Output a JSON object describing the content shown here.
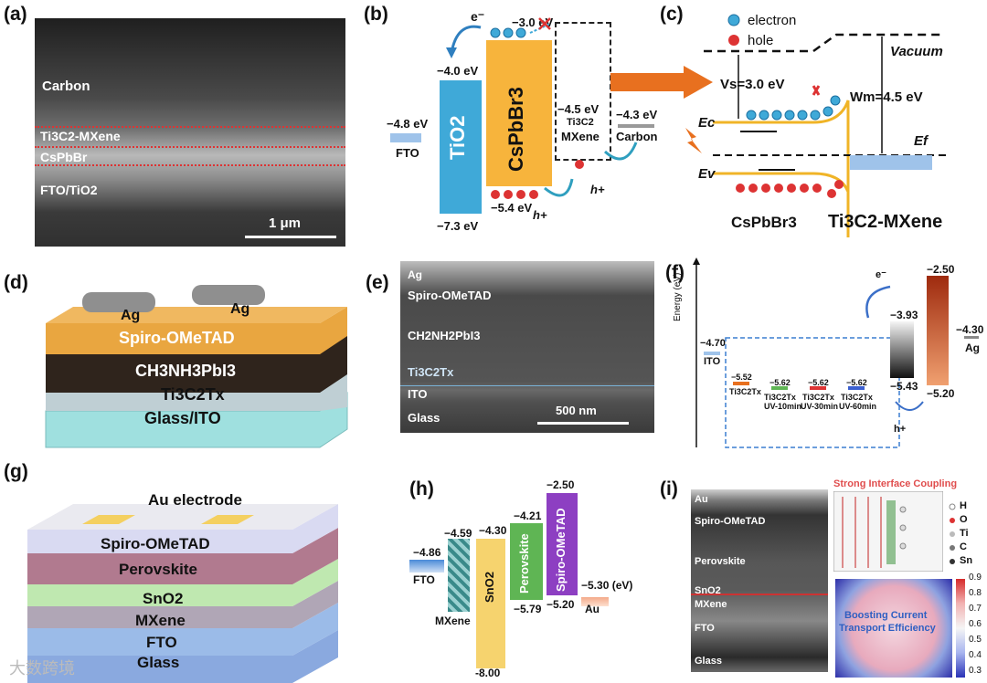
{
  "panels": {
    "a": "(a)",
    "b": "(b)",
    "c": "(c)",
    "d": "(d)",
    "e": "(e)",
    "f": "(f)",
    "g": "(g)",
    "h": "(h)",
    "i": "(i)"
  },
  "a": {
    "carbon": "Carbon",
    "mxene_ti3c2": "Ti3C2",
    "mxene_suffix": "-MXene",
    "cspbbr": "CsPbBr",
    "fto_tio2": "FTO/TiO2",
    "scale": "1 μm"
  },
  "b": {
    "e_minus": "e⁻",
    "e_cb_cs": "−3.0 eV",
    "e_cb_tio2": "−4.0 eV",
    "fto_e": "−4.8 eV",
    "fto": "FTO",
    "tio2": "TiO2",
    "cspbbr3": "CsPbBr3",
    "mx_e": "−4.5 eV",
    "mx_ti": "Ti3C2",
    "mx_name": "MXene",
    "carbon_e": "−4.3 eV",
    "carbon": "Carbon",
    "e_vb_cs": "−5.4 eV",
    "e_vb_tio2": "−7.3 eV",
    "h_plus_1": "h+",
    "h_plus_2": "h+"
  },
  "c": {
    "legend_electron": "electron",
    "legend_hole": "hole",
    "vacuum": "Vacuum",
    "vs": "Vs=3.0 eV",
    "wm": "Wm=4.5 eV",
    "ec": "Ec",
    "ef": "Ef",
    "ev": "Ev",
    "cspbbr3": "CsPbBr3",
    "ti3c2": "Ti3C2-MXene"
  },
  "d": {
    "ag1": "Ag",
    "ag2": "Ag",
    "spiro": "Spiro-OMeTAD",
    "perov": "CH3NH3PbI3",
    "tct": "Ti3C2Tx",
    "glass_ito": "Glass/ITO"
  },
  "e": {
    "ag": "Ag",
    "spiro": "Spiro-OMeTAD",
    "perov": "CH2NH2PbI3",
    "tct": "Ti3C2Tx",
    "ito": "ITO",
    "glass": "Glass",
    "scale": "500 nm"
  },
  "f": {
    "axis": "Energy (eV)",
    "ito_val": "−4.70",
    "ito": "ITO",
    "m1_val": "−5.52",
    "m1": "Ti3C2Tx",
    "m2_val": "−5.62",
    "m2": "Ti3C2Tx",
    "m2b": "UV-10min",
    "m3_val": "−5.62",
    "m3": "Ti3C2Tx",
    "m3b": "UV-30min",
    "m4_val": "−5.62",
    "m4": "Ti3C2Tx",
    "m4b": "UV-60min",
    "e_minus": "e⁻",
    "h_plus": "h+",
    "g_top": "−3.93",
    "g_bot": "−5.43",
    "r_top": "−2.50",
    "r_bot": "−5.20",
    "ag_val": "−4.30",
    "ag": "Ag"
  },
  "g": {
    "au": "Au electrode",
    "spiro": "Spiro-OMeTAD",
    "perov": "Perovskite",
    "sno2": "SnO2",
    "mxene": "MXene",
    "fto": "FTO",
    "glass": "Glass"
  },
  "h": {
    "fto_val": "−4.86",
    "fto": "FTO",
    "mx_val": "−4.59",
    "mx": "MXene",
    "sno_top": "−4.30",
    "sno": "SnO2",
    "sno_bot": "-8.00",
    "pero_top": "−4.21",
    "pero": "Perovskite",
    "pero_bot": "−5.79",
    "spiro_top": "−2.50",
    "spiro": "Spiro-OMeTAD",
    "spiro_bot": "−5.20",
    "au_val": "−5.30 (eV)",
    "au": "Au"
  },
  "i": {
    "au": "Au",
    "spiro": "Spiro-OMeTAD",
    "perov": "Perovskite",
    "sno2": "SnO2",
    "mxene": "MXene",
    "fto": "FTO",
    "glass": "Glass",
    "coupling": "Strong Interface Coupling",
    "leg_h": "H",
    "leg_o": "O",
    "leg_ti": "Ti",
    "leg_c": "C",
    "leg_sn": "Sn",
    "boost1": "Boosting Current",
    "boost2": "Transport Efficiency",
    "cb": [
      "0.9",
      "0.8",
      "0.7",
      "0.6",
      "0.5",
      "0.4",
      "0.3"
    ]
  },
  "watermark": "大数跨境",
  "colors": {
    "tio2": "#3fa9d8",
    "cspbbr3": "#f7b43c",
    "fto_bar": "#9fc3ea",
    "sno2": "#f6d36e",
    "perovskite": "#5fb554",
    "spiro": "#8d3fc2",
    "au": "#f3a98a",
    "band_line": "#f0b427",
    "arrow_orange": "#e8701f"
  }
}
